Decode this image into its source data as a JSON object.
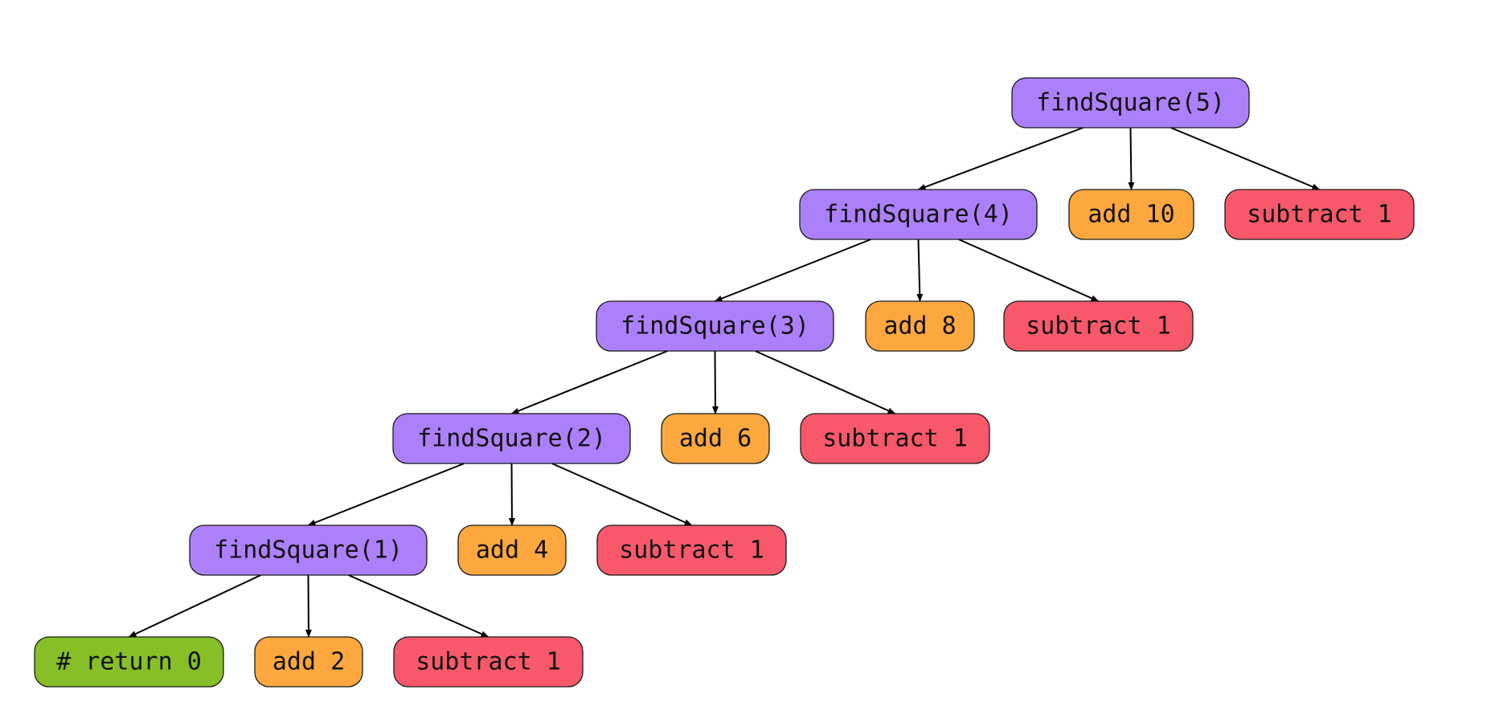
{
  "colors": {
    "call": "#ad80fb",
    "add": "#fda83f",
    "subtract": "#f8596a",
    "base": "#86bf27",
    "edge": "#000000"
  },
  "nodes": [
    {
      "id": "call5",
      "label": "findSquare(5)",
      "kind": "call"
    },
    {
      "id": "call4",
      "label": "findSquare(4)",
      "kind": "call"
    },
    {
      "id": "add10",
      "label": "add 10",
      "kind": "add"
    },
    {
      "id": "sub5",
      "label": "subtract 1",
      "kind": "subtract"
    },
    {
      "id": "call3",
      "label": "findSquare(3)",
      "kind": "call"
    },
    {
      "id": "add8",
      "label": "add 8",
      "kind": "add"
    },
    {
      "id": "sub4",
      "label": "subtract 1",
      "kind": "subtract"
    },
    {
      "id": "call2",
      "label": "findSquare(2)",
      "kind": "call"
    },
    {
      "id": "add6",
      "label": "add 6",
      "kind": "add"
    },
    {
      "id": "sub3",
      "label": "subtract 1",
      "kind": "subtract"
    },
    {
      "id": "call1",
      "label": "findSquare(1)",
      "kind": "call"
    },
    {
      "id": "add4",
      "label": "add 4",
      "kind": "add"
    },
    {
      "id": "sub2",
      "label": "subtract 1",
      "kind": "subtract"
    },
    {
      "id": "base0",
      "label": "# return 0",
      "kind": "base"
    },
    {
      "id": "add2",
      "label": "add 2",
      "kind": "add"
    },
    {
      "id": "sub1",
      "label": "subtract 1",
      "kind": "subtract"
    }
  ],
  "edges": [
    {
      "from": "call5",
      "to": "call4"
    },
    {
      "from": "call5",
      "to": "add10"
    },
    {
      "from": "call5",
      "to": "sub5"
    },
    {
      "from": "call4",
      "to": "call3"
    },
    {
      "from": "call4",
      "to": "add8"
    },
    {
      "from": "call4",
      "to": "sub4"
    },
    {
      "from": "call3",
      "to": "call2"
    },
    {
      "from": "call3",
      "to": "add6"
    },
    {
      "from": "call3",
      "to": "sub3"
    },
    {
      "from": "call2",
      "to": "call1"
    },
    {
      "from": "call2",
      "to": "add4"
    },
    {
      "from": "call2",
      "to": "sub2"
    },
    {
      "from": "call1",
      "to": "base0"
    },
    {
      "from": "call1",
      "to": "add2"
    },
    {
      "from": "call1",
      "to": "sub1"
    }
  ]
}
